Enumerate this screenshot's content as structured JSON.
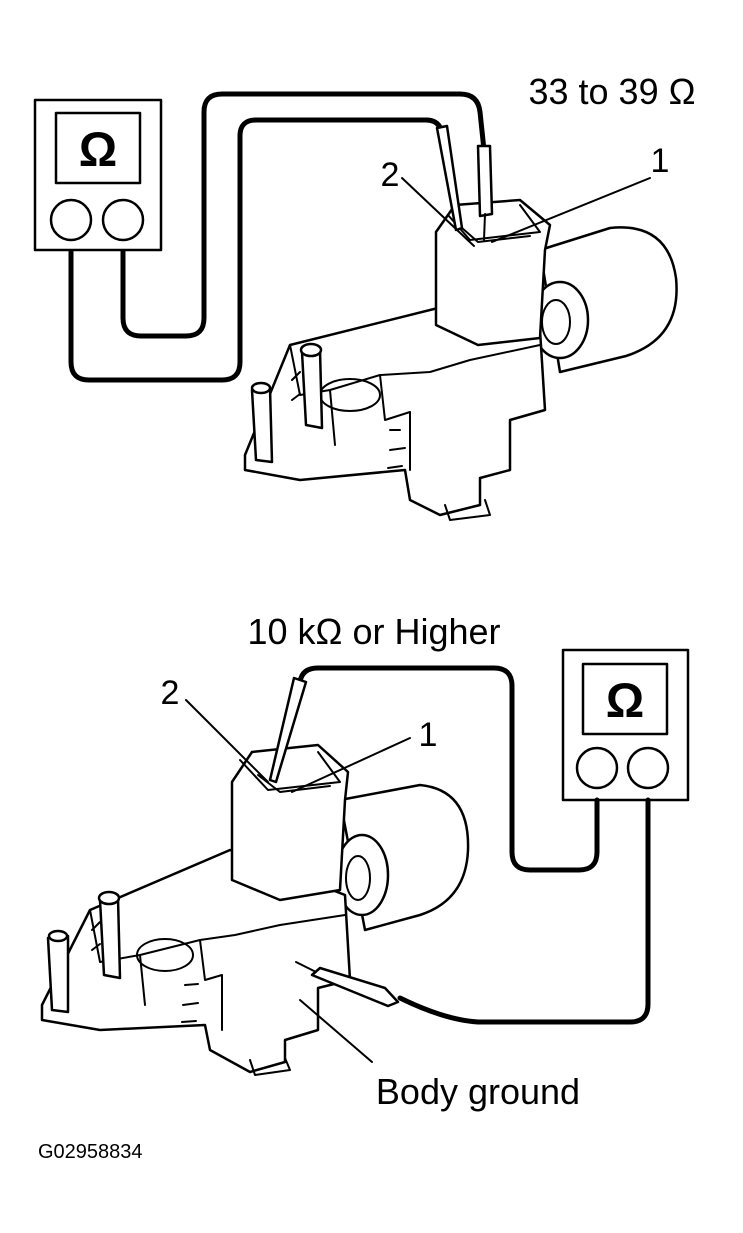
{
  "top_figure": {
    "reading": "33 to 39 Ω",
    "meter_symbol": "Ω",
    "terminal_2_label": "2",
    "terminal_1_label": "1",
    "meter_icon": "ohmmeter-icon"
  },
  "bottom_figure": {
    "reading": "10 kΩ or Higher",
    "meter_symbol": "Ω",
    "terminal_2_label": "2",
    "terminal_1_label": "1",
    "ground_label": "Body ground",
    "meter_icon": "ohmmeter-icon"
  },
  "figure_code": "G02958834"
}
